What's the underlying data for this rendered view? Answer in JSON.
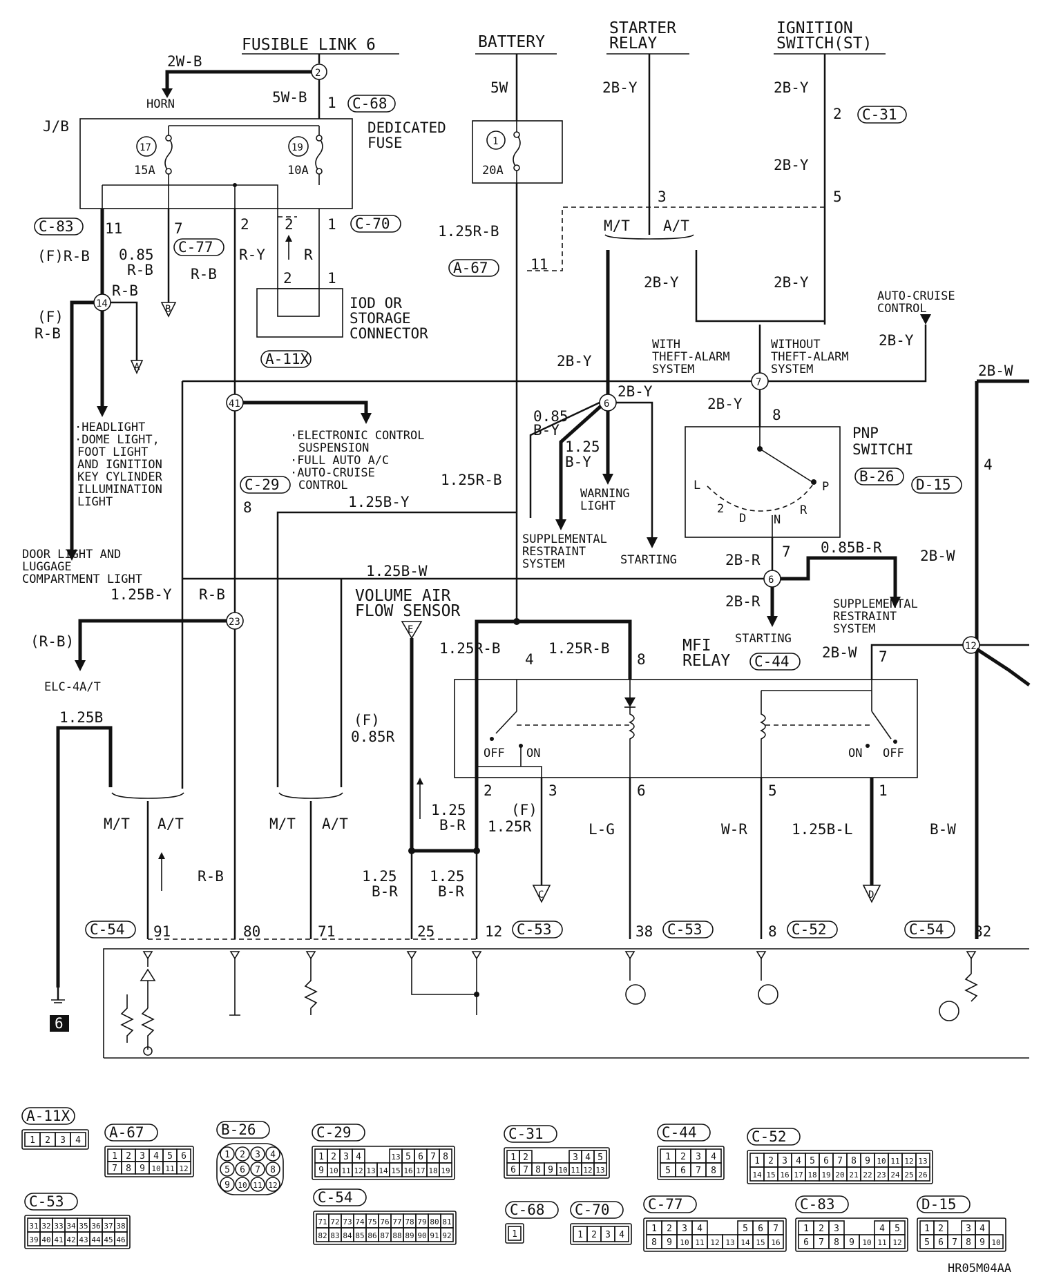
{
  "top_labels": {
    "fusible_link": "FUSIBLE LINK 6",
    "battery": "BATTERY",
    "starter_relay_1": "STARTER",
    "starter_relay_2": "RELAY",
    "ignition_1": "IGNITION",
    "ignition_2": "SWITCH(ST)"
  },
  "fuses": {
    "jb": "J/B",
    "dedicated_1": "DEDICATED",
    "dedicated_2": "FUSE",
    "f17_num": "17",
    "f17_amp": "15A",
    "f19_num": "19",
    "f19_amp": "10A",
    "f1_num": "1",
    "f1_amp": "20A",
    "link_num": "2"
  },
  "wires": {
    "w2wb": "2W-B",
    "horn": "HORN",
    "w5wb": "5W-B",
    "w5w": "5W",
    "w2by_a": "2B-Y",
    "w2by_b": "2B-Y",
    "w2by_c": "2B-Y",
    "w2by_d": "2B-Y",
    "w2by_e": "2B-Y",
    "w2by_f": "2B-Y",
    "w2by_g": "2B-Y",
    "w2by_h": "2B-Y",
    "w2by_i": "2B-Y",
    "f_rb": "(F)R-B",
    "w085rb_1": "0.85",
    "w085rb_2": "R-B",
    "rb_a": "R-B",
    "ry": "R-Y",
    "r": "R",
    "w125rb_a": "1.25R-B",
    "w125rb_b": "1.25R-B",
    "w125rb_c": "1.25R-B",
    "w125rb_d": "1.25R-B",
    "rb_b": "R-B",
    "f_1": "(F)",
    "f_rb2": "R-B",
    "w085by_1": "0.85",
    "w085by_2": "B-Y",
    "w125by_1": "1.25",
    "w125by_2": "B-Y",
    "w125by_a": "1.25B-Y",
    "w125by_b": "1.25B-Y",
    "w125bw": "1.25B-W",
    "w2bw_a": "2B-W",
    "w2bw_b": "2B-W",
    "w2bw_c": "2B-W",
    "w2br_a": "2B-R",
    "w2br_b": "2B-R",
    "w085br": "0.85B-R",
    "rb_c": "R-B",
    "rb_paren": "(R-B)",
    "elc": "ELC-4A/T",
    "w125b": "1.25B",
    "f085r_1": "(F)",
    "f085r_2": "0.85R",
    "w125br_a1": "1.25",
    "w125br_a2": "B-R",
    "w125br_b1": "1.25",
    "w125br_b2": "B-R",
    "w125br_c1": "1.25",
    "w125br_c2": "B-R",
    "f125r_1": "(F)",
    "f125r_2": "1.25R",
    "lg": "L-G",
    "wr": "W-R",
    "w125bl": "1.25B-L",
    "bw": "B-W",
    "rb_d": "R-B",
    "mt1": "M/T",
    "at1": "A/T",
    "mt2": "M/T",
    "at2": "A/T",
    "mt3": "M/T",
    "at3": "A/T"
  },
  "connectors": {
    "c68": "C-68",
    "c31": "C-31",
    "c83": "C-83",
    "c70": "C-70",
    "c77": "C-77",
    "a67": "A-67",
    "a11x": "A-11X",
    "c29": "C-29",
    "b26": "B-26",
    "d15": "D-15",
    "c44": "C-44",
    "c54a": "C-54",
    "c53a": "C-53",
    "c53b": "C-53",
    "c52": "C-52",
    "c54b": "C-54"
  },
  "pins": {
    "p1_c68": "1",
    "p2_c31": "2",
    "p3_sr": "3",
    "p5_ig": "5",
    "p11": "11",
    "p7": "7",
    "p2a": "2",
    "p2b": "2",
    "p1a": "1",
    "p2c": "2",
    "p1b": "1",
    "p11b": "11",
    "p8_c29": "8",
    "p8_pnp": "8",
    "p7_pnp": "7",
    "p4_d15": "4",
    "p4_relay": "4",
    "p8_relay": "8",
    "p7_relay": "7",
    "p2_relay": "2",
    "p3_relay": "3",
    "p6_relay": "6",
    "p5_relay": "5",
    "p1_relay": "1",
    "e91": "91",
    "e80": "80",
    "e71": "71",
    "e25": "25",
    "e12": "12",
    "e38": "38",
    "e8": "8",
    "e82": "82"
  },
  "junctions": {
    "j14": "14",
    "j41": "41",
    "j23": "23",
    "j6a": "6",
    "j7": "7",
    "j6b": "6",
    "j12": "12"
  },
  "terminals": {
    "A": "A",
    "B": "B",
    "C": "C",
    "D": "D",
    "E": "E"
  },
  "components": {
    "iod_1": "IOD OR",
    "iod_2": "STORAGE",
    "iod_3": "CONNECTOR",
    "mt": "M/T",
    "at": "A/T",
    "with_1": "WITH",
    "with_2": "THEFT-ALARM",
    "with_3": "SYSTEM",
    "without_1": "WITHOUT",
    "without_2": "THEFT-ALARM",
    "without_3": "SYSTEM",
    "autocruise_1": "AUTO-CRUISE",
    "autocruise_2": "CONTROL",
    "pnp_1": "PNP",
    "pnp_2": "SWITCHI",
    "pnp_L": "L",
    "pnp_2pos": "2",
    "pnp_D": "D",
    "pnp_N": "N",
    "pnp_R": "R",
    "pnp_P": "P",
    "head_1": "·HEADLIGHT",
    "head_2": "·DOME LIGHT,",
    "head_3": "FOOT LIGHT",
    "head_4": "AND IGNITION",
    "head_5": "KEY CYLINDER",
    "head_6": "ILLUMINATION",
    "head_7": "LIGHT",
    "door_1": "DOOR LIGHT AND",
    "door_2": "LUGGAGE",
    "door_3": "COMPARTMENT LIGHT",
    "ecs_1": "·ELECTRONIC CONTROL",
    "ecs_2": "SUSPENSION",
    "ecs_3": "·FULL AUTO A/C",
    "ecs_4": "·AUTO-CRUISE",
    "ecs_5": "CONTROL",
    "warn_1": "WARNING",
    "warn_2": "LIGHT",
    "srs_1": "SUPPLEMENTAL",
    "srs_2": "RESTRAINT",
    "srs_3": "SYSTEM",
    "starting_a": "STARTING",
    "starting_b": "STARTING",
    "srs2_1": "SUPPLEMENTAL",
    "srs2_2": "RESTRAINT",
    "srs2_3": "SYSTEM",
    "vaf_1": "VOLUME AIR",
    "vaf_2": "FLOW SENSOR",
    "mfi_1": "MFI",
    "mfi_2": "RELAY",
    "off_a": "OFF",
    "on_a": "ON",
    "on_b": "ON",
    "off_b": "OFF",
    "ground": "6"
  },
  "connector_views": {
    "a11x": {
      "label": "A-11X",
      "rows": [
        [
          "1",
          "2",
          "3",
          "4"
        ]
      ]
    },
    "a67": {
      "label": "A-67",
      "rows": [
        [
          "1",
          "2",
          "3",
          "4",
          "5",
          "6"
        ],
        [
          "7",
          "8",
          "9",
          "10",
          "11",
          "12"
        ]
      ]
    },
    "b26": {
      "label": "B-26",
      "rows": [
        [
          "1",
          "2",
          "3",
          "4"
        ],
        [
          "5",
          "6",
          "7",
          "8"
        ],
        [
          "9",
          "10",
          "11",
          "12"
        ]
      ]
    },
    "c29": {
      "label": "C-29",
      "rows": [
        [
          "1",
          "2",
          "3",
          "4",
          "",
          "",
          "13",
          "5",
          "6",
          "7",
          "8"
        ],
        [
          "9",
          "10",
          "11",
          "12",
          "13",
          "14",
          "15",
          "16",
          "17",
          "18",
          "19"
        ]
      ]
    },
    "c31": {
      "label": "C-31",
      "rows": [
        [
          "1",
          "2",
          "",
          "",
          "",
          "3",
          "4",
          "5"
        ],
        [
          "6",
          "7",
          "8",
          "9",
          "10",
          "11",
          "12",
          "13"
        ]
      ]
    },
    "c44": {
      "label": "C-44",
      "rows": [
        [
          "1",
          "2",
          "3",
          "4"
        ],
        [
          "5",
          "6",
          "7",
          "8"
        ]
      ]
    },
    "c52": {
      "label": "C-52",
      "rows": [
        [
          "1",
          "2",
          "3",
          "4",
          "5",
          "6",
          "7",
          "8",
          "9",
          "10",
          "11",
          "12",
          "13"
        ],
        [
          "14",
          "15",
          "16",
          "17",
          "18",
          "19",
          "20",
          "21",
          "22",
          "23",
          "24",
          "25",
          "26"
        ]
      ]
    },
    "c53": {
      "label": "C-53",
      "rows": [
        [
          "31",
          "32",
          "33",
          "34",
          "35",
          "36",
          "37",
          "38"
        ],
        [
          "39",
          "40",
          "41",
          "42",
          "43",
          "44",
          "45",
          "46"
        ]
      ]
    },
    "c54": {
      "label": "C-54",
      "rows": [
        [
          "71",
          "72",
          "73",
          "74",
          "75",
          "76",
          "77",
          "78",
          "79",
          "80",
          "81"
        ],
        [
          "82",
          "83",
          "84",
          "85",
          "86",
          "87",
          "88",
          "89",
          "90",
          "91",
          "92"
        ]
      ]
    },
    "c68": {
      "label": "C-68",
      "rows": [
        [
          "1"
        ]
      ]
    },
    "c70": {
      "label": "C-70",
      "rows": [
        [
          "1",
          "2",
          "3",
          "4"
        ]
      ]
    },
    "c77": {
      "label": "C-77",
      "rows": [
        [
          "1",
          "2",
          "3",
          "4",
          "",
          "",
          "5",
          "6",
          "7"
        ],
        [
          "8",
          "9",
          "10",
          "11",
          "12",
          "13",
          "14",
          "15",
          "16"
        ]
      ]
    },
    "c83": {
      "label": "C-83",
      "rows": [
        [
          "1",
          "2",
          "3",
          "",
          "",
          "4",
          "5"
        ],
        [
          "6",
          "7",
          "8",
          "9",
          "10",
          "11",
          "12"
        ]
      ]
    },
    "d15": {
      "label": "D-15",
      "rows": [
        [
          "1",
          "2",
          "",
          "3",
          "4"
        ],
        [
          "5",
          "6",
          "7",
          "8",
          "9",
          "10"
        ]
      ]
    }
  },
  "footer_code": "HR05M04AA"
}
